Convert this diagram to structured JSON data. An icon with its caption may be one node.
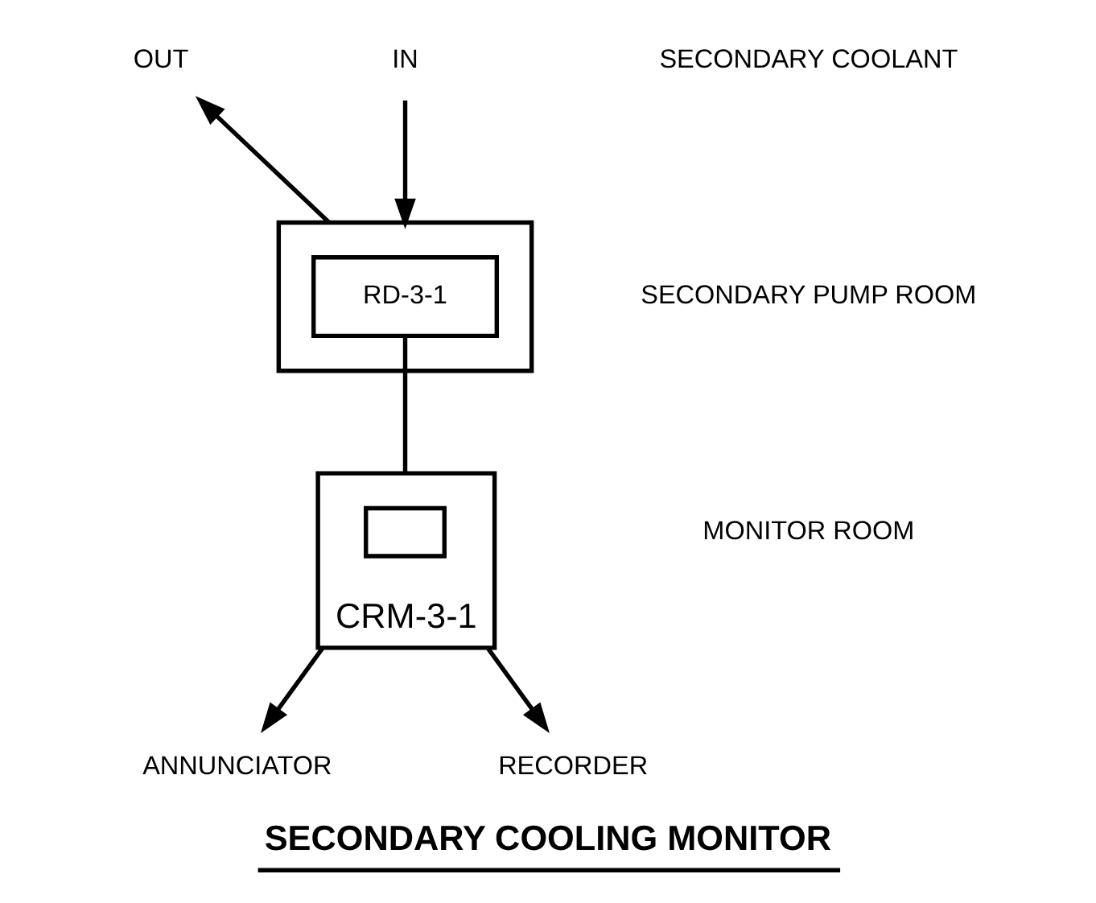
{
  "diagram": {
    "caption": "SECONDARY COOLING MONITOR",
    "nodes": [
      {
        "text": [
          "OUT"
        ]
      },
      {
        "text": [
          "IN"
        ]
      },
      {
        "text": [],
        "shape": "box"
      },
      {
        "text": [
          "RD-3-1"
        ],
        "in": 2
      },
      {
        "text": [
          "CRM-3-1"
        ]
      },
      {
        "text": [],
        "shape": "box",
        "in": 4
      },
      {
        "text": [
          "ANNUNCIATOR"
        ]
      },
      {
        "text": [
          "RECORDER"
        ]
      }
    ],
    "edges": [
      {
        "from": 2,
        "to": 0,
        "arrow": "to"
      },
      {
        "from": 1,
        "to": 2,
        "arrow": "to"
      },
      {
        "from": 3,
        "to": 4,
        "arrow": "none"
      },
      {
        "from": 4,
        "to": 6,
        "arrow": "to"
      },
      {
        "from": 4,
        "to": 7,
        "arrow": "to"
      }
    ],
    "labels": [
      "SECONDARY COOLANT",
      "SECONDARY PUMP ROOM",
      "MONITOR ROOM"
    ]
  }
}
